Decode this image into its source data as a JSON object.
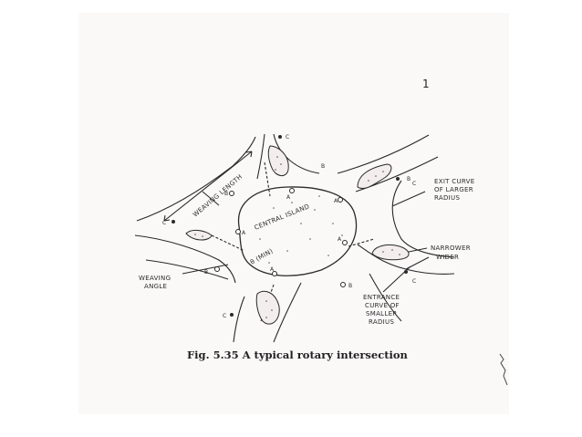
{
  "caption": "Fig. 5.35 A typical rotary intersection",
  "page_mark": "1",
  "labels": {
    "weaving_length": "WEAVING LENGTH",
    "central_island": "CENTRAL ISLAND",
    "exit_curve": [
      "EXIT CURVE",
      "OF LARGER",
      "RADIUS"
    ],
    "narrower": "NARROWER",
    "wider": "WIDER",
    "weaving_angle": [
      "WEAVING",
      "ANGLE"
    ],
    "entrance_curve": [
      "ENTRANCE",
      "CURVE OF",
      "SMALLER",
      "RADIUS"
    ],
    "theta_min": "θ (MIN)",
    "marker_a": "A",
    "marker_b": "B",
    "marker_c": "C"
  },
  "colors": {
    "ink": "#2a2a2a",
    "paper": "#fbf8f8"
  }
}
